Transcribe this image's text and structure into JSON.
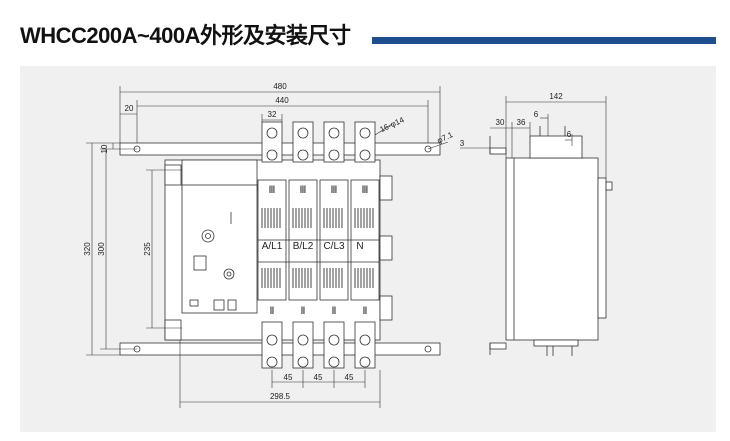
{
  "header": {
    "title": "WHCC200A~400A外形及安装尺寸",
    "accent_color": "#1f4e8c"
  },
  "front_view": {
    "dimensions": {
      "overall_width": "480",
      "mounting_width": "440",
      "left_offset": "20",
      "terminal_width": "32",
      "hole_spec": "16-φ14",
      "mount_hole": "φ7.1",
      "left_margin": "10",
      "overall_height": "320",
      "mounting_height": "300",
      "inner_height": "235",
      "pitch_1": "45",
      "pitch_2": "45",
      "pitch_3": "45",
      "bottom_width": "298.5"
    },
    "phase_labels": [
      "A/L1",
      "B/L2",
      "C/L3",
      "N"
    ],
    "top_roman": [
      "Ⅲ",
      "Ⅲ",
      "Ⅲ",
      "Ⅲ"
    ],
    "bottom_roman": [
      "Ⅱ",
      "Ⅱ",
      "Ⅱ",
      "Ⅱ"
    ]
  },
  "side_view": {
    "dimensions": {
      "depth": "142",
      "d30": "30",
      "d36": "36",
      "d6a": "6",
      "d6b": "6",
      "d3": "3"
    }
  }
}
